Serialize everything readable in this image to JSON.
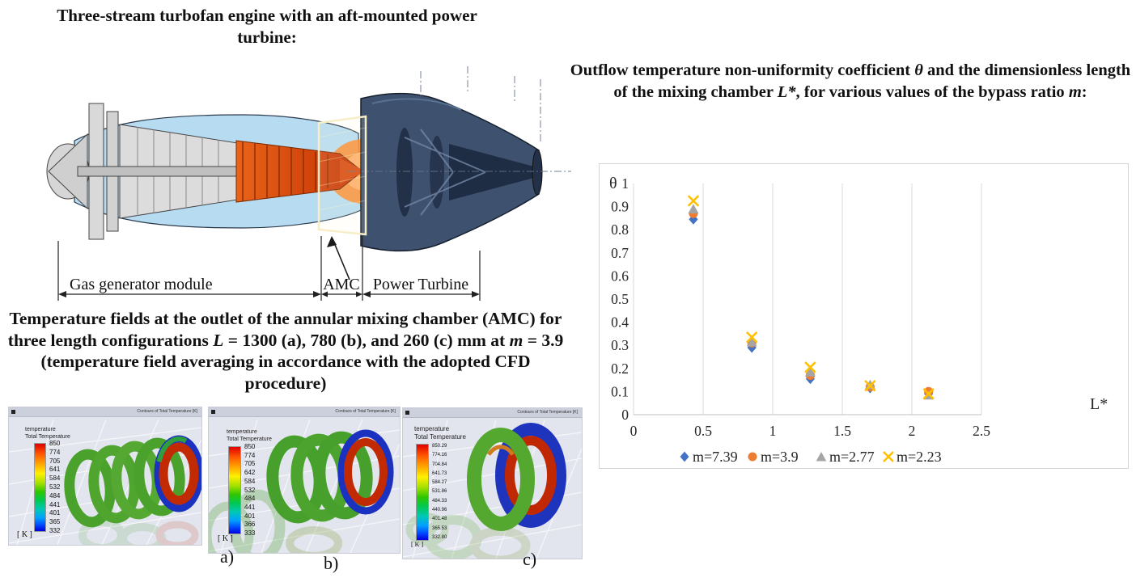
{
  "left": {
    "engine_title": "Three-stream turbofan engine with an aft-mounted power turbine:",
    "engine_labels": {
      "gas_generator": "Gas generator module",
      "amc": "AMC",
      "power_turbine": "Power Turbine"
    },
    "caption_segments": [
      {
        "t": "Temperature fields at the outlet of the annular mixing chamber (AMC) for three length configurations "
      },
      {
        "t": "L",
        "i": true
      },
      {
        "t": " = 1300 (a), 780 (b), and 260 (c) mm at "
      },
      {
        "t": "m",
        "i": true
      },
      {
        "t": " = 3.9 (temperature field averaging in accordance with the adopted CFD procedure)"
      }
    ],
    "cfd_panels": [
      {
        "label": "a)",
        "window_title": "Contours of Total Temperature [K]",
        "legend_line1": "temperature",
        "legend_line2": "Total Temperature",
        "unit": "[ K ]",
        "scale_values": [
          "850",
          "774",
          "705",
          "641",
          "584",
          "532",
          "484",
          "441",
          "401",
          "365",
          "332"
        ]
      },
      {
        "label": "b)",
        "window_title": "Contours of Total Temperature [K]",
        "legend_line1": "temperature",
        "legend_line2": "Total Temperature",
        "unit": "[ K ]",
        "scale_values": [
          "850",
          "774",
          "705",
          "642",
          "584",
          "532",
          "484",
          "441",
          "401",
          "366",
          "333"
        ]
      },
      {
        "label": "c)",
        "window_title": "Contours of Total Temperature [K]",
        "legend_line1": "temperature",
        "legend_line2": "Total Temperature",
        "unit": "[ K ]",
        "scale_values": [
          "850.29",
          "774.16",
          "704.84",
          "641.73",
          "584.27",
          "531.86",
          "484.33",
          "440.96",
          "401.48",
          "365.53",
          "332.80"
        ]
      }
    ]
  },
  "right": {
    "title_segments": [
      {
        "t": "Outflow temperature non-uniformity coefficient "
      },
      {
        "t": "θ",
        "i": true
      },
      {
        "t": " and the dimensionless length of the mixing chamber "
      },
      {
        "t": "L*",
        "i": true
      },
      {
        "t": ", for various values of the bypass ratio "
      },
      {
        "t": "m",
        "i": true
      },
      {
        "t": ":"
      }
    ]
  },
  "chart_data": {
    "type": "scatter",
    "title": "",
    "xlabel": "L*",
    "ylabel": "θ",
    "xlim": [
      0,
      2.5
    ],
    "ylim": [
      0,
      1
    ],
    "xticks": [
      0,
      0.5,
      1,
      1.5,
      2,
      2.5
    ],
    "xtick_labels": [
      "0",
      "0.5",
      "1",
      "1.5",
      "2",
      "2.5"
    ],
    "ytick_values": [
      0,
      0.1,
      0.2,
      0.3,
      0.4,
      0.5,
      0.6,
      0.7,
      0.8,
      0.9,
      1
    ],
    "ytick_labels": [
      "0",
      "0.1",
      "0.2",
      "0.3",
      "0.4",
      "0.5",
      "0.6",
      "0.7",
      "0.8",
      "0.9",
      "1"
    ],
    "grid": "vertical",
    "gridline_color": "#d9d9d9",
    "legend_position": "bottom",
    "series": [
      {
        "name": "m=7.39",
        "marker": "diamond",
        "color": "#4472C4",
        "points": [
          [
            0.43,
            0.845
          ],
          [
            0.85,
            0.29
          ],
          [
            1.27,
            0.155
          ],
          [
            1.7,
            0.115
          ],
          [
            2.12,
            0.09
          ]
        ]
      },
      {
        "name": "m=3.9",
        "marker": "circle",
        "color": "#ED7D31",
        "points": [
          [
            0.43,
            0.87
          ],
          [
            0.85,
            0.31
          ],
          [
            1.27,
            0.17
          ],
          [
            1.7,
            0.12
          ],
          [
            2.12,
            0.1
          ]
        ]
      },
      {
        "name": "m=2.77",
        "marker": "triangle",
        "color": "#A5A5A5",
        "points": [
          [
            0.43,
            0.89
          ],
          [
            0.85,
            0.315
          ],
          [
            1.27,
            0.185
          ],
          [
            1.7,
            0.13
          ],
          [
            2.12,
            0.085
          ]
        ]
      },
      {
        "name": "m=2.23",
        "marker": "x",
        "color": "#FFC000",
        "points": [
          [
            0.43,
            0.925
          ],
          [
            0.85,
            0.335
          ],
          [
            1.27,
            0.205
          ],
          [
            1.7,
            0.125
          ],
          [
            2.12,
            0.09
          ]
        ]
      }
    ]
  }
}
